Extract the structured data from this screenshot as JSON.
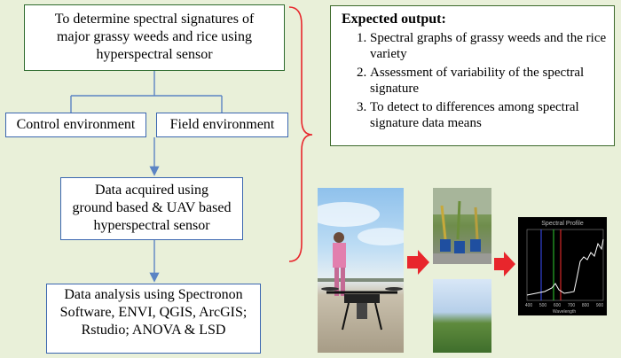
{
  "flow": {
    "objective": [
      "To determine spectral signatures of",
      "major grassy weeds and rice using",
      "hyperspectral sensor"
    ],
    "control": "Control environment",
    "field": "Field environment",
    "acquisition": [
      "Data acquired using",
      "ground based & UAV based",
      "hyperspectral sensor"
    ],
    "analysis": [
      "Data analysis using Spectronon",
      "Software, ENVI, QGIS, ArcGIS;",
      "Rstudio; ANOVA & LSD"
    ]
  },
  "expected": {
    "title": "Expected output:",
    "items": [
      "Spectral graphs of grassy weeds and the rice variety",
      "Assessment of variability of the spectral signature",
      "To detect to differences among spectral signature data means"
    ]
  },
  "plot": {
    "title": "Spectral Profile",
    "xlabel": "Wavelength",
    "ticks": [
      "400",
      "500",
      "600",
      "700",
      "800",
      "900"
    ]
  },
  "colors": {
    "background": "#e9f0d9",
    "green_border": "#2e6b2e",
    "blue_border": "#3a66b0",
    "arrow_red": "#e8262c"
  }
}
